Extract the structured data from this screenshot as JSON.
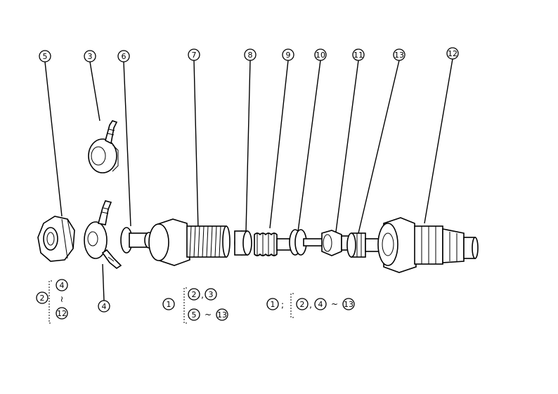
{
  "callouts": {
    "c5": "5",
    "c3": "3",
    "c6": "6",
    "c7": "7",
    "c8": "8",
    "c9": "9",
    "c10": "10",
    "c11": "11",
    "c13": "13",
    "c12": "12",
    "c4": "4"
  },
  "groups": {
    "g2": {
      "parent": "2",
      "from": "4",
      "tilde": "~",
      "to": "12"
    },
    "g1a": {
      "parent": "1",
      "first": "2",
      "sep1": ",",
      "second": "3",
      "third": "5",
      "tilde": "~",
      "fourth": "13"
    },
    "g1b": {
      "parent": "1",
      "colon": ";",
      "first": "2",
      "sep": ",",
      "second": "4",
      "tilde": "~",
      "third": "13"
    }
  }
}
